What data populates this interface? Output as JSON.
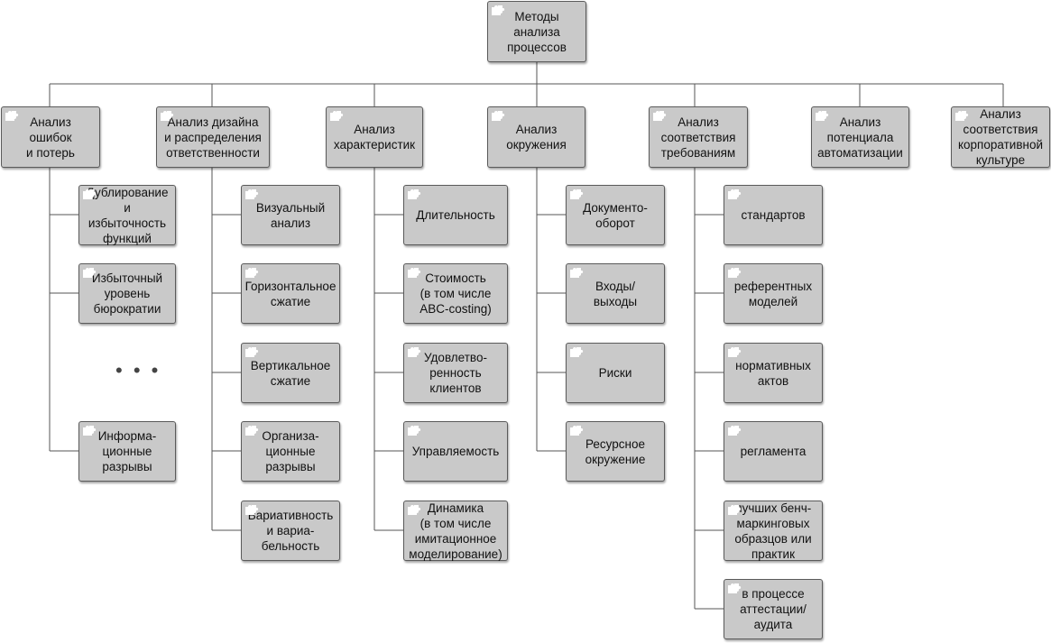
{
  "root": {
    "label": "Методы\nанализа\nпроцессов",
    "icon": "puzzle-icon"
  },
  "columns": [
    {
      "label": "Анализ\nошибок\nи потерь",
      "icon": "puzzle-icon",
      "children": [
        "Дублирование\nи избыточность\nфункций",
        "Избыточный\nуровень\nбюрократии",
        "Информа-\nционные\nразрывы"
      ],
      "ellipsis": "• • •"
    },
    {
      "label": "Анализ дизайна\nи распределения\nответственности",
      "icon": "puzzle-icon",
      "children": [
        "Визуальный\nанализ",
        "Горизонтальное\nсжатие",
        "Вертикальное\nсжатие",
        "Организа-\nционные\nразрывы",
        "Вариативность\nи вариа-\nбельность"
      ]
    },
    {
      "label": "Анализ\nхарактеристик",
      "icon": "puzzle-icon",
      "children": [
        "Длительность",
        "Стоимость\n(в том числе\nABC-costing)",
        "Удовлетво-\nренность\nклиентов",
        "Управляемость",
        "Динамика\n(в том числе\nимитационное\nмоделирование)"
      ]
    },
    {
      "label": "Анализ\nокружения",
      "icon": "puzzle-icon",
      "children": [
        "Документо-\nоборот",
        "Входы/\nвыходы",
        "Риски",
        "Ресурсное\nокружение"
      ]
    },
    {
      "label": "Анализ\nсоответствия\nтребованиям",
      "icon": "puzzle-icon",
      "children": [
        "стандартов",
        "референтных\nмоделей",
        "нормативных\nактов",
        "регламента",
        "лучших бенч-\nмаркинговых\nобразцов или\nпрактик",
        "в процессе\nаттестации/\nаудита"
      ]
    },
    {
      "label": "Анализ\nпотенциала\nавтоматизации",
      "icon": "puzzle-icon",
      "children": []
    },
    {
      "label": "Анализ\nсоответствия\nкорпоративной\nкультуре",
      "icon": "puzzle-icon",
      "children": []
    }
  ]
}
